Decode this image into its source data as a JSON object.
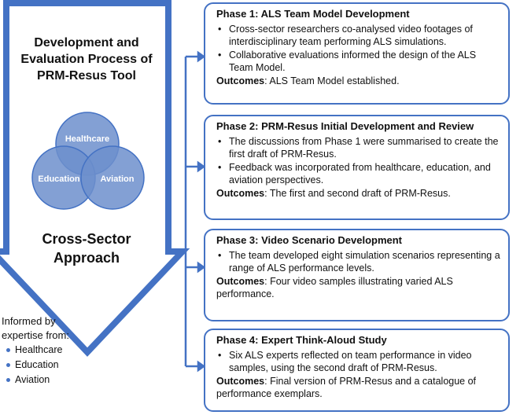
{
  "left": {
    "title": "Development and Evaluation Process of PRM-Resus Tool",
    "approach": "Cross-Sector Approach",
    "venn": [
      "Healthcare",
      "Education",
      "Aviation"
    ],
    "informed_heading": "Informed by expertise from:",
    "expertise": [
      "Healthcare",
      "Education",
      "Aviation"
    ]
  },
  "colors": {
    "accent": "#4472c4",
    "venn_fill": "#6d8fcc"
  },
  "outcomes_label": "Outcomes",
  "phases": [
    {
      "title": "Phase 1: ALS Team Model Development",
      "bullets": [
        "Cross-sector researchers co-analysed video footages of interdisciplinary team performing ALS simulations.",
        "Collaborative evaluations informed the design of the ALS Team Model."
      ],
      "outcome": ": ALS Team Model established."
    },
    {
      "title": "Phase 2: PRM-Resus Initial Development and Review",
      "bullets": [
        "The discussions from Phase 1 were summarised to create the first draft of PRM-Resus.",
        "Feedback was incorporated from healthcare, education, and aviation perspectives."
      ],
      "outcome": ": The first and second draft of PRM-Resus."
    },
    {
      "title": "Phase 3: Video Scenario Development",
      "bullets": [
        "The team developed eight simulation scenarios representing a range of ALS performance levels."
      ],
      "outcome": ": Four video samples illustrating varied ALS performance."
    },
    {
      "title": "Phase 4: Expert Think-Aloud Study",
      "bullets": [
        "Six ALS experts reflected on team performance in video samples, using the second draft of PRM-Resus."
      ],
      "outcome": ": Final version of PRM-Resus and a catalogue of performance exemplars."
    }
  ]
}
